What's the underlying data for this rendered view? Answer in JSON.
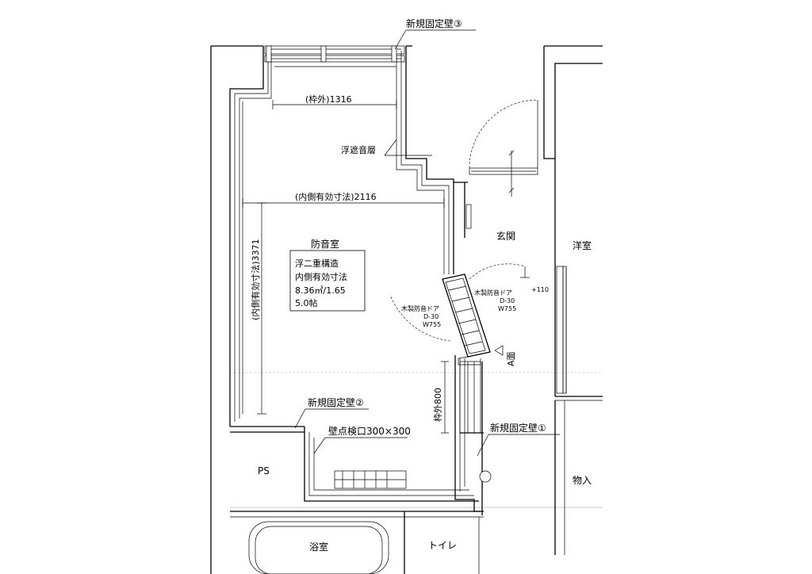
{
  "labels": {
    "new_wall_3": "新規固定壁③",
    "frame_outer_width": "(枠外)1316",
    "floating_sound_layer": "浮遮音層",
    "inner_effective_width": "(内側有効寸法)2116",
    "inner_effective_height": "(内側有効寸法)3371",
    "room_name": "防音室",
    "spec_line1": "浮二重構造",
    "spec_line2": "内側有効寸法",
    "spec_line3": "8.36㎥/1.65",
    "spec_line4": "5.0帖",
    "entrance": "玄関",
    "western_room": "洋室",
    "door_left_name": "木製防音ドア",
    "door_left_code": "D-30",
    "door_left_width": "W755",
    "door_right_name": "木製防音ドア",
    "door_right_code": "D-30",
    "door_right_width": "W755",
    "offset_110": "+110",
    "section_a": "A面",
    "frame_outer_800": "枠外800",
    "new_wall_2": "新規固定壁②",
    "inspection_port": "壁点検口300×300",
    "new_wall_1": "新規固定壁①",
    "ps": "PS",
    "storage": "物入",
    "bathroom": "浴室",
    "toilet": "トイレ"
  }
}
